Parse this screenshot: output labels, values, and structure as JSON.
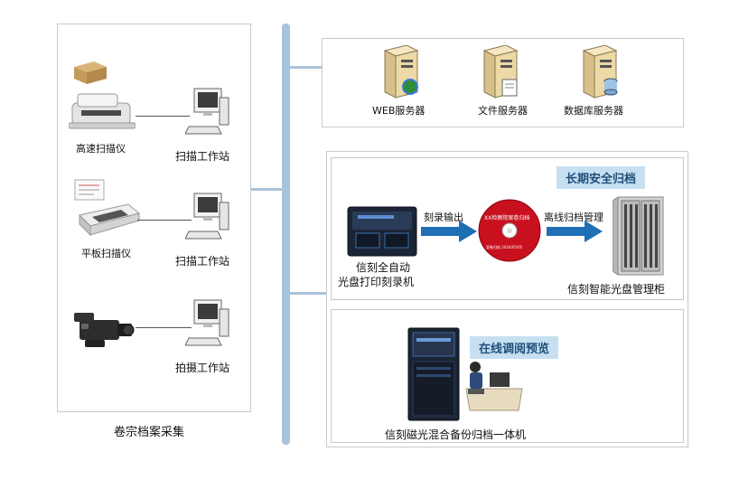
{
  "left_panel": {
    "title": "卷宗档案采集",
    "devices": [
      {
        "name": "高速扫描仪",
        "workstation": "扫描工作站"
      },
      {
        "name": "平板扫描仪",
        "workstation": "扫描工作站"
      },
      {
        "name": "",
        "workstation": "拍摄工作站"
      }
    ]
  },
  "servers": [
    {
      "label": "WEB服务器"
    },
    {
      "label": "文件服务器"
    },
    {
      "label": "数据库服务器"
    }
  ],
  "archive_panel": {
    "badge": "长期安全归档",
    "burner_label_line1": "信刻全自动",
    "burner_label_line2": "光盘打印刻录机",
    "arrow1_label": "刻录输出",
    "arrow2_label": "离线归档管理",
    "disc_title": "XX检察院案卷归档",
    "disc_subline": "案卷归档    2024/05/05",
    "cabinet_label": "信刻智能光盘管理柜"
  },
  "online_panel": {
    "badge": "在线调阅预览",
    "device_label": "信刻磁光混合备份归档一体机"
  },
  "colors": {
    "backbone": "#a9c3da",
    "badge_bg": "#c6e0f2",
    "arrow": "#1f6fb5",
    "disc_red": "#c8101e"
  }
}
